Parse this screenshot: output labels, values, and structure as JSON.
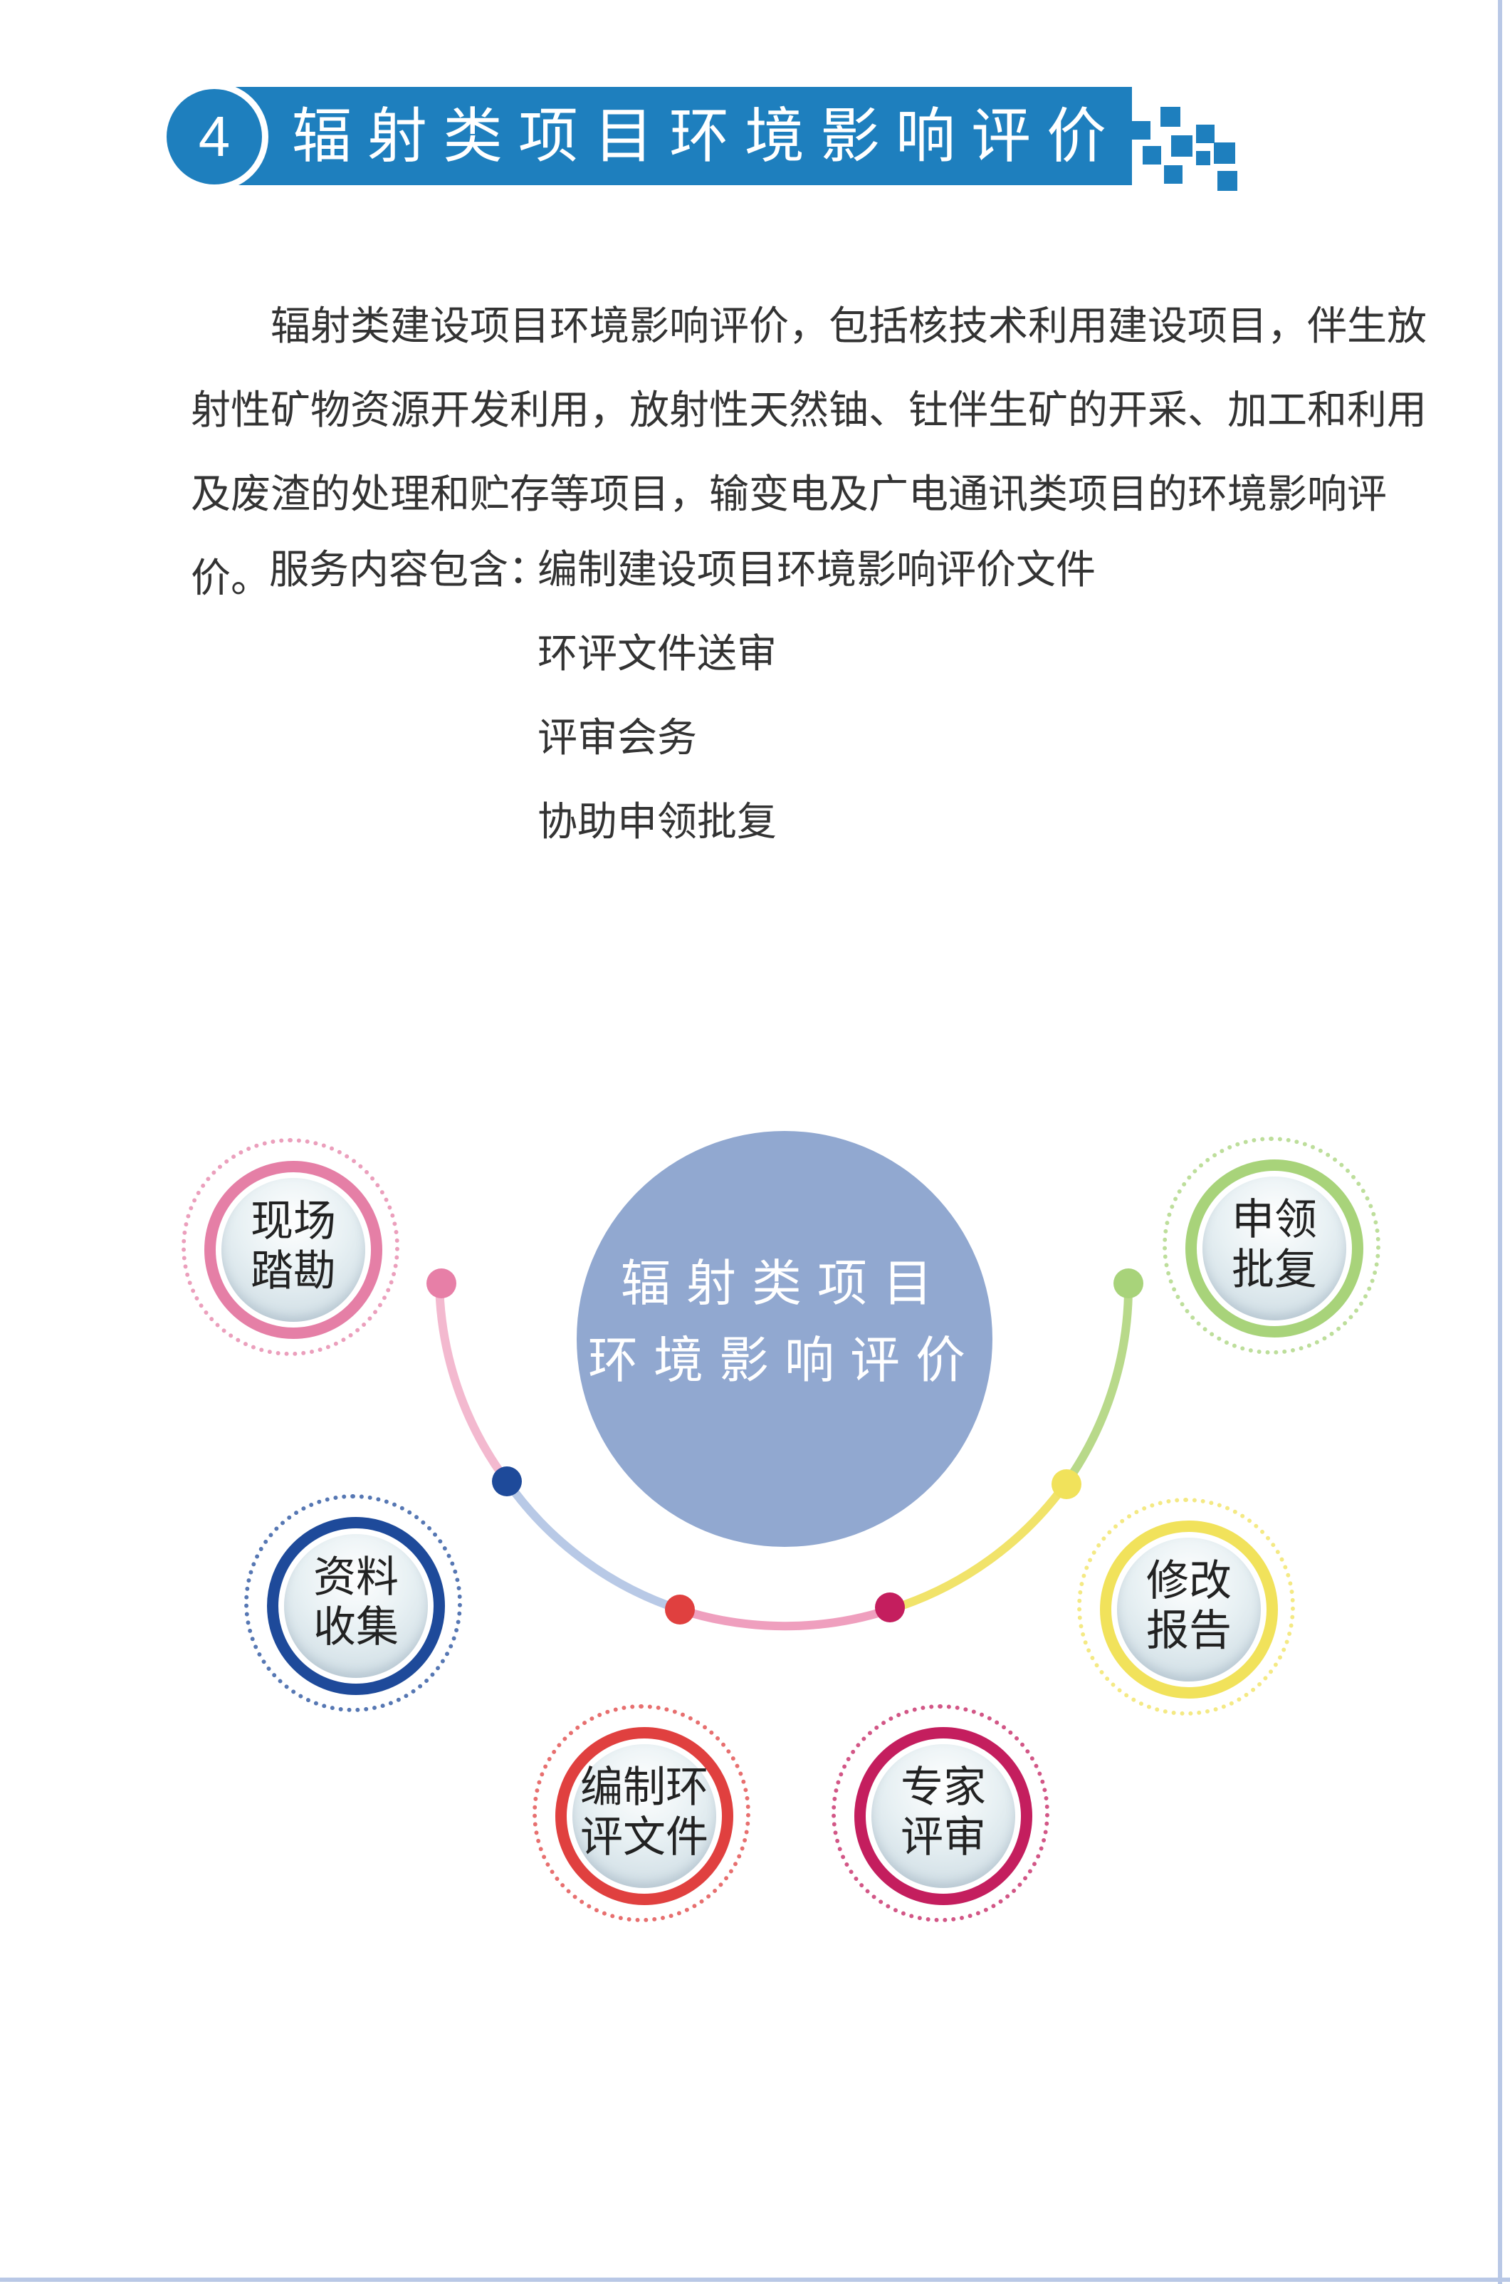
{
  "section": {
    "number": "4",
    "title": "辐射类项目环境影响评价"
  },
  "intro": {
    "paragraph": "辐射类建设项目环境影响评价，包括核技术利用建设项目，伴生放射性矿物资源开发利用，放射性天然铀、钍伴生矿的开采、加工和利用及废渣的处理和贮存等项目，输变电及广电通讯类项目的环境影响评价。"
  },
  "services": {
    "label": "服务内容包含：",
    "items": [
      "编制建设项目环境影响评价文件",
      "环评文件送审",
      "评审会务",
      "协助申领批复"
    ]
  },
  "diagram": {
    "center": {
      "line1": "辐射类项目",
      "line2": "环境影响评价",
      "color": "#91a8d0"
    },
    "steps": [
      {
        "line1": "现场",
        "line2": "踏勘",
        "color": "#e57fa6"
      },
      {
        "line1": "资料",
        "line2": "收集",
        "color": "#1e4a9a"
      },
      {
        "line1": "编制环",
        "line2": "评文件",
        "color": "#e0403f"
      },
      {
        "line1": "专家",
        "line2": "评审",
        "color": "#c41e5e"
      },
      {
        "line1": "修改",
        "line2": "报告",
        "color": "#f1e25b"
      },
      {
        "line1": "申领",
        "line2": "批复",
        "color": "#a8d37a"
      }
    ]
  },
  "colors": {
    "accent": "#1e7fbe"
  }
}
